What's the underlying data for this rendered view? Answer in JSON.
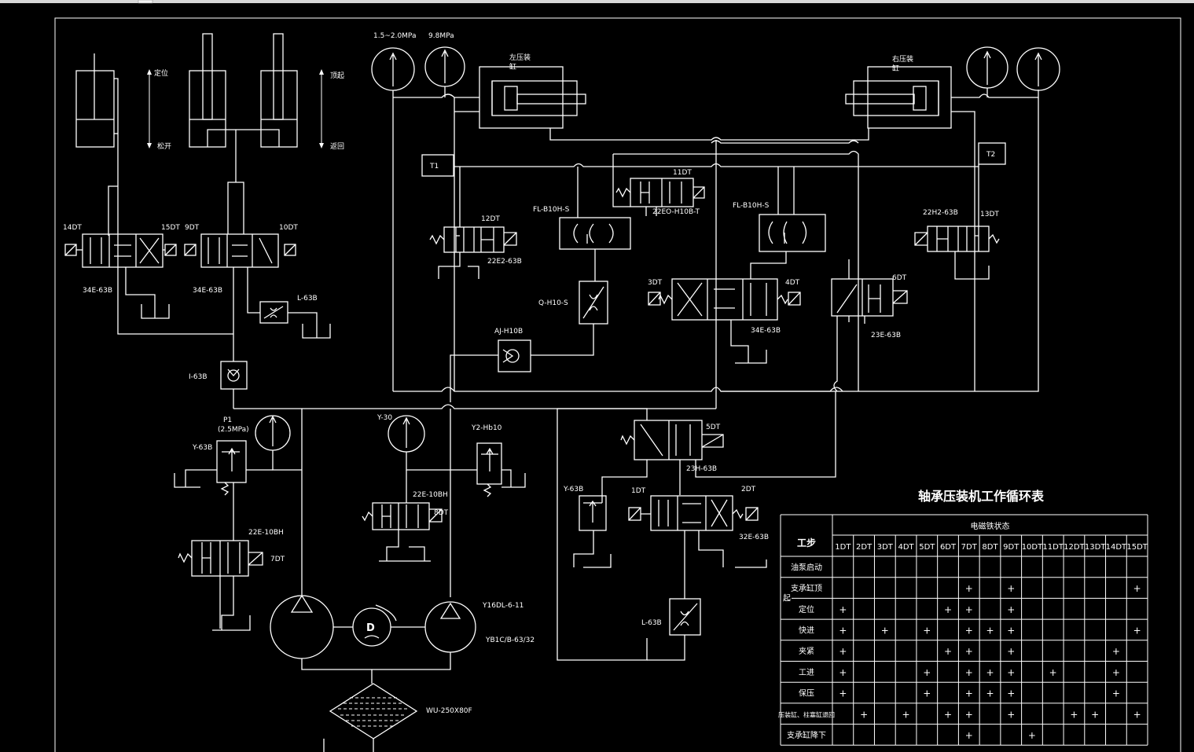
{
  "labels": {
    "locate": "定位",
    "release": "松开",
    "lift": "顶起",
    "return": "返回",
    "p_range": "1.5~2.0MPa",
    "p_val": "9.8MPa",
    "left_cyl_a": "左压装",
    "left_cyl_b": "缸",
    "right_cyl_a": "右压装",
    "right_cyl_b": "缸",
    "t1": "T1",
    "t2": "T2",
    "dt14": "14DT",
    "dt15": "15DT",
    "dt9": "9DT",
    "dt10": "10DT",
    "v34e_1": "34E-63B",
    "v34e_2": "34E-63B",
    "l63b_top": "L-63B",
    "i63b": "I-63B",
    "dt12": "12DT",
    "v22e2": "22E2-63B",
    "dt11": "11DT",
    "v22eo": "22EO-H10B-T",
    "fl1": "FL-B10H-S",
    "fl2": "FL-B10H-S",
    "v22h2": "22H2-63B",
    "dt13": "13DT",
    "q": "Q-H10-S",
    "dt3": "3DT",
    "dt4": "4DT",
    "v34e_3": "34E-63B",
    "dt6": "6DT",
    "v23e": "23E-63B",
    "aj": "AJ-H10B",
    "p1": "P1",
    "p1v": "(2.5MPa)",
    "y63b_1": "Y-63B",
    "y30": "Y-30",
    "y2": "Y2-Hb10",
    "v22e_1": "22E-10BH",
    "dt8": "8DT",
    "v22e_2": "22E-10BH",
    "dt7": "7DT",
    "dt5": "5DT",
    "v23h": "23H-63B",
    "y63b_2": "Y-63B",
    "dt1": "1DT",
    "dt2": "2DT",
    "v32e": "32E-63B",
    "l63b_bot": "L-63B",
    "motor": "D",
    "pump1": "Y16DL-6-11",
    "pump2": "YB1C/B-63/32",
    "filter": "WU-250X80F"
  },
  "table": {
    "title": "轴承压装机工作循环表",
    "step_header": "工步",
    "state_header": "电磁铁状态",
    "columns": [
      "1DT",
      "2DT",
      "3DT",
      "4DT",
      "5DT",
      "6DT",
      "7DT",
      "8DT",
      "9DT",
      "10DT",
      "11DT",
      "12DT",
      "13DT",
      "14DT",
      "15DT"
    ],
    "mark": "+",
    "rows": [
      {
        "label": "油泵启动",
        "marks": []
      },
      {
        "label": "支承缸顶",
        "marks": [
          7,
          9,
          15
        ]
      },
      {
        "label": "定位",
        "marks": [
          1,
          6,
          7,
          9
        ]
      },
      {
        "label": "快进",
        "marks": [
          1,
          3,
          5,
          7,
          8,
          9,
          15
        ]
      },
      {
        "label": "夹紧",
        "marks": [
          1,
          6,
          7,
          9,
          14
        ]
      },
      {
        "label": "工进",
        "marks": [
          1,
          5,
          7,
          8,
          9,
          11,
          14
        ]
      },
      {
        "label": "保压",
        "marks": [
          1,
          5,
          7,
          8,
          9,
          14
        ]
      },
      {
        "label": "压装缸、柱塞缸退回",
        "marks": [
          2,
          4,
          6,
          7,
          9,
          12,
          13,
          15
        ]
      },
      {
        "label": "支承缸降下",
        "marks": [
          7,
          10
        ]
      }
    ],
    "overflow_char": "起"
  }
}
